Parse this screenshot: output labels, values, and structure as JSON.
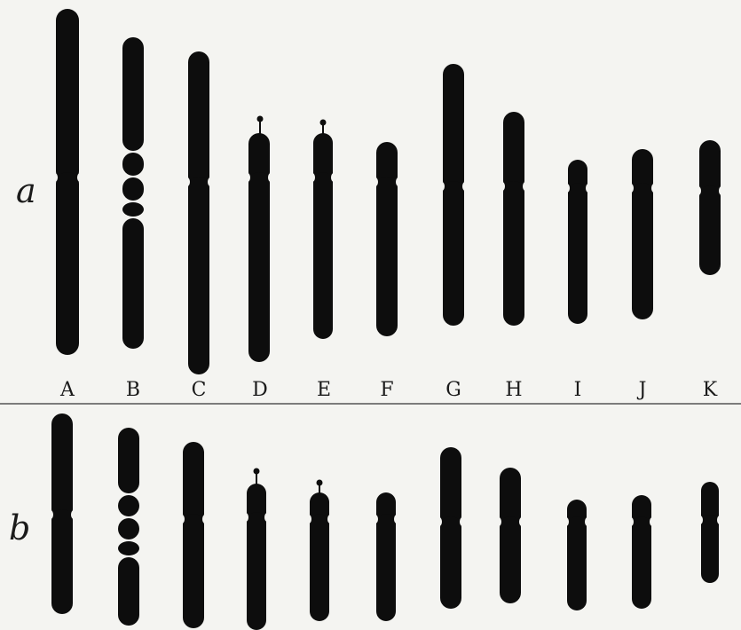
{
  "rows": [
    {
      "label": "a"
    },
    {
      "label": "b"
    }
  ],
  "chromosomes": [
    {
      "letter": "A",
      "satellite": false
    },
    {
      "letter": "B",
      "satellite": false
    },
    {
      "letter": "C",
      "satellite": false
    },
    {
      "letter": "D",
      "satellite": true
    },
    {
      "letter": "E",
      "satellite": true
    },
    {
      "letter": "F",
      "satellite": false
    },
    {
      "letter": "G",
      "satellite": false
    },
    {
      "letter": "H",
      "satellite": false
    },
    {
      "letter": "I",
      "satellite": false
    },
    {
      "letter": "J",
      "satellite": false
    },
    {
      "letter": "K",
      "satellite": false
    }
  ],
  "colors": {
    "ink": "#0d0d0d",
    "paper": "#f4f4f1"
  }
}
